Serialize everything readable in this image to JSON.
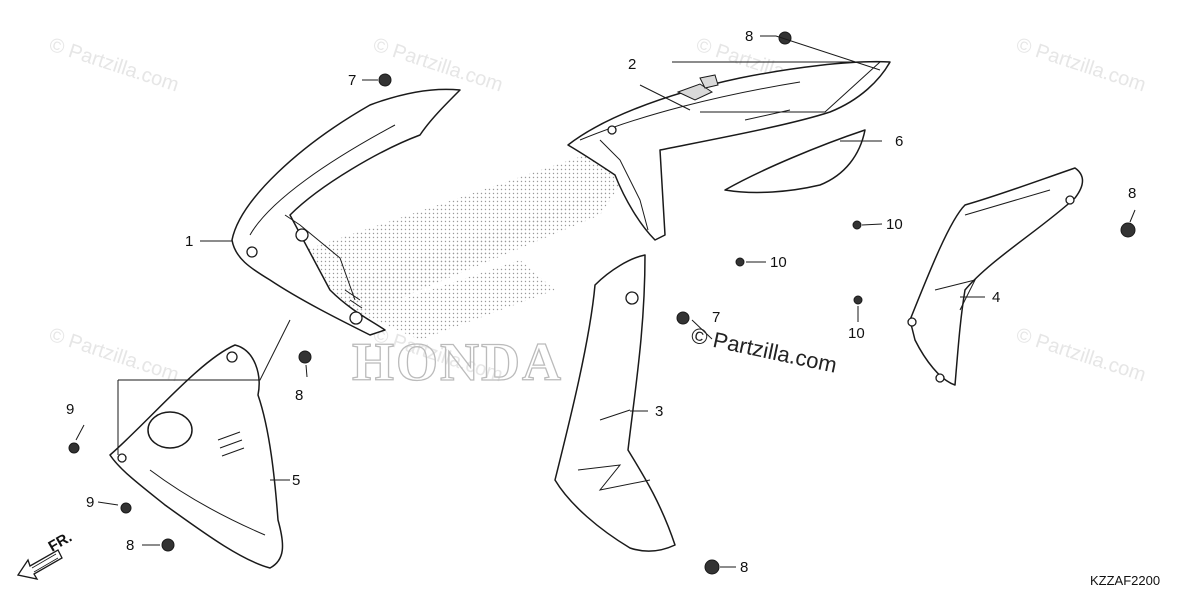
{
  "watermark": {
    "text": "© Partzilla.com",
    "main_text": "© Partzilla.com"
  },
  "brand_mark": "HONDA",
  "diagram_code": "KZZAF2200",
  "front_label": "FR.",
  "callouts": {
    "c1": "1",
    "c2": "2",
    "c3": "3",
    "c4": "4",
    "c5": "5",
    "c6": "6",
    "c7a": "7",
    "c7b": "7",
    "c8a": "8",
    "c8b": "8",
    "c8c": "8",
    "c8d": "8",
    "c8e": "8",
    "c9a": "9",
    "c9b": "9",
    "c10a": "10",
    "c10b": "10",
    "c10c": "10"
  },
  "icons": [
    "front-arrow-icon"
  ]
}
